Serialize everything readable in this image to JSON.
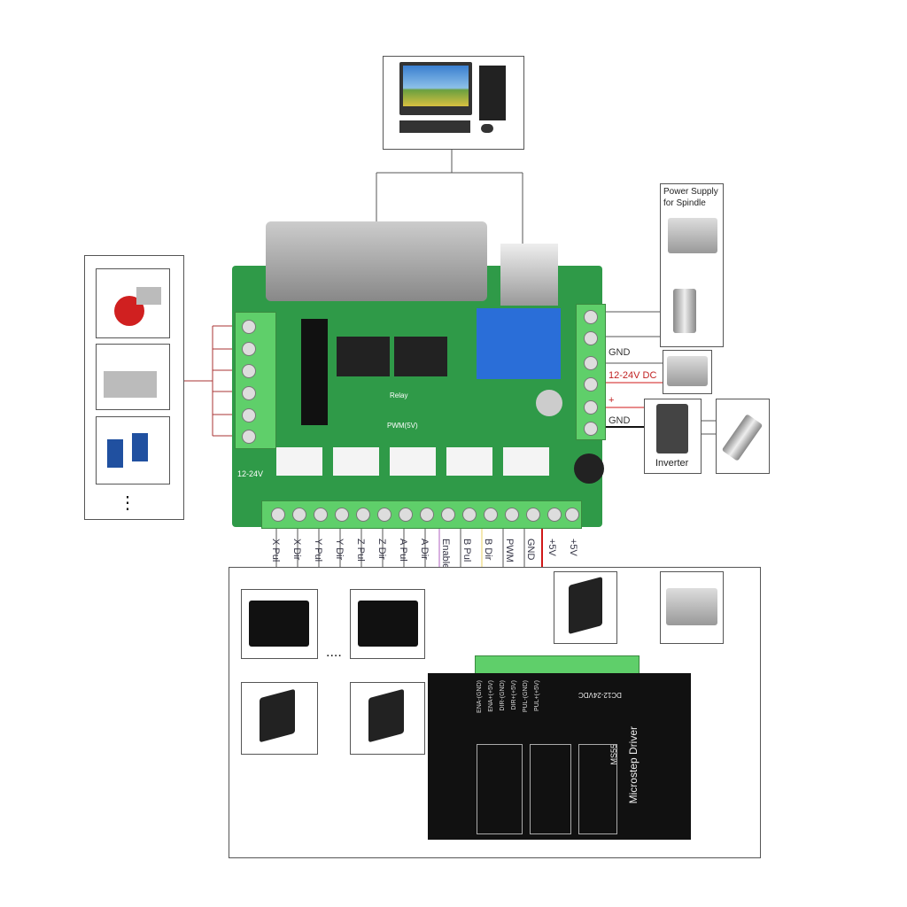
{
  "title": "CNC 5-axis breakout board wiring diagram",
  "pc": {
    "icon": "computer-icon"
  },
  "board": {
    "voltage_label": "12-24V",
    "relay_label": "Relay",
    "pwm_label": "PWM(5V)"
  },
  "pin_labels": [
    "X Pul",
    "X Dir",
    "Y Pul",
    "Y Dir",
    "Z Pul",
    "Z Dir",
    "A Pul",
    "A Dir",
    "Enable",
    "B Pul",
    "B Dir",
    "PWM",
    "GND",
    "+5V",
    "+5V"
  ],
  "left_inputs": {
    "items": [
      "emergency-stop-icon",
      "limit-switch-icon",
      "proximity-sensor-icon"
    ],
    "more": "⋮"
  },
  "right": {
    "spindle_supply_title": "Power Supply for Spindle",
    "gnd1": "GND",
    "dc_label": "12-24V DC",
    "plus": "+",
    "gnd2": "GND",
    "inverter": "Inverter"
  },
  "bottom": {
    "ellipsis": "....",
    "driver_title": "Microstep Driver",
    "driver_model": "MS55",
    "driver_power": "DC12-24VDC",
    "driver_pins": [
      "ENA-(GND)",
      "ENA+(+5V)",
      "DIR-(GND)",
      "DIR+(+5V)",
      "PUL-(GND)",
      "PUL+(+5V)"
    ]
  },
  "colors": {
    "pcb": "#2f9a48",
    "terminal": "#5fcf6a",
    "wire_red": "#d01818",
    "wire_purple": "#b060c0",
    "wire_yellow": "#e8d060"
  }
}
